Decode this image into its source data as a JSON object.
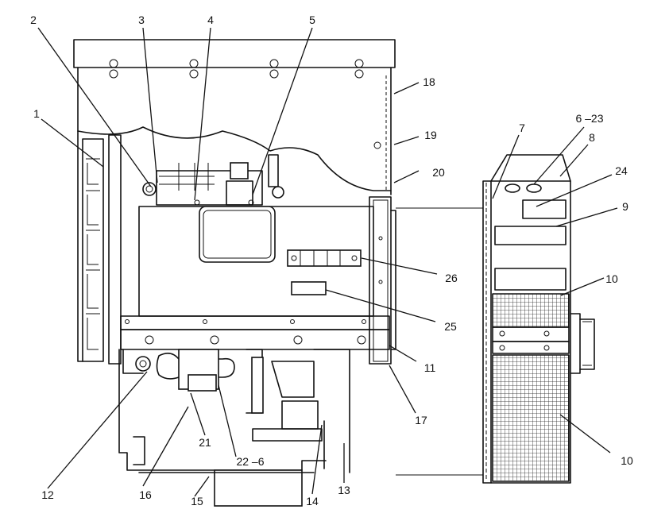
{
  "callouts": [
    "1",
    "2",
    "3",
    "4",
    "5",
    "6 –23",
    "7",
    "8",
    "9",
    "10",
    "10",
    "11",
    "12",
    "13",
    "14",
    "15",
    "16",
    "17",
    "18",
    "19",
    "20",
    "21",
    "22 –6",
    "24",
    "25",
    "26"
  ]
}
